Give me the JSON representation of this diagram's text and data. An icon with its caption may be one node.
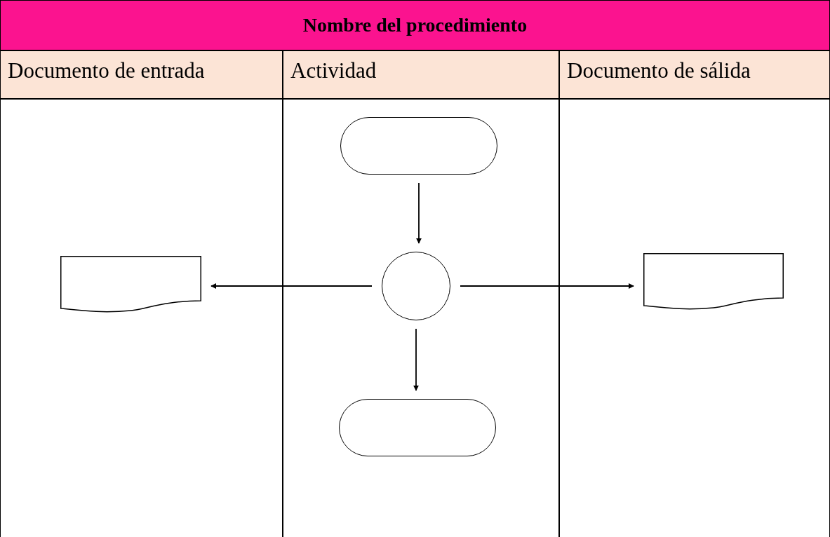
{
  "diagram": {
    "title": "Nombre del procedimiento",
    "nodes": [
      {
        "text": [],
        "shape": "document"
      },
      {
        "text": [],
        "shape": "terminator"
      },
      {
        "text": [],
        "shape": "circle"
      },
      {
        "text": [],
        "shape": "terminator"
      },
      {
        "text": [],
        "shape": "document"
      }
    ],
    "edges": [
      {
        "from": 1,
        "to": 2,
        "arrow": "to"
      },
      {
        "from": 2,
        "to": 3,
        "arrow": "to"
      },
      {
        "from": 2,
        "to": 0,
        "arrow": "to"
      },
      {
        "from": 2,
        "to": 4,
        "arrow": "to"
      }
    ],
    "labels": [
      "Documento de entrada",
      "Actividad",
      "Documento de sálida"
    ]
  }
}
